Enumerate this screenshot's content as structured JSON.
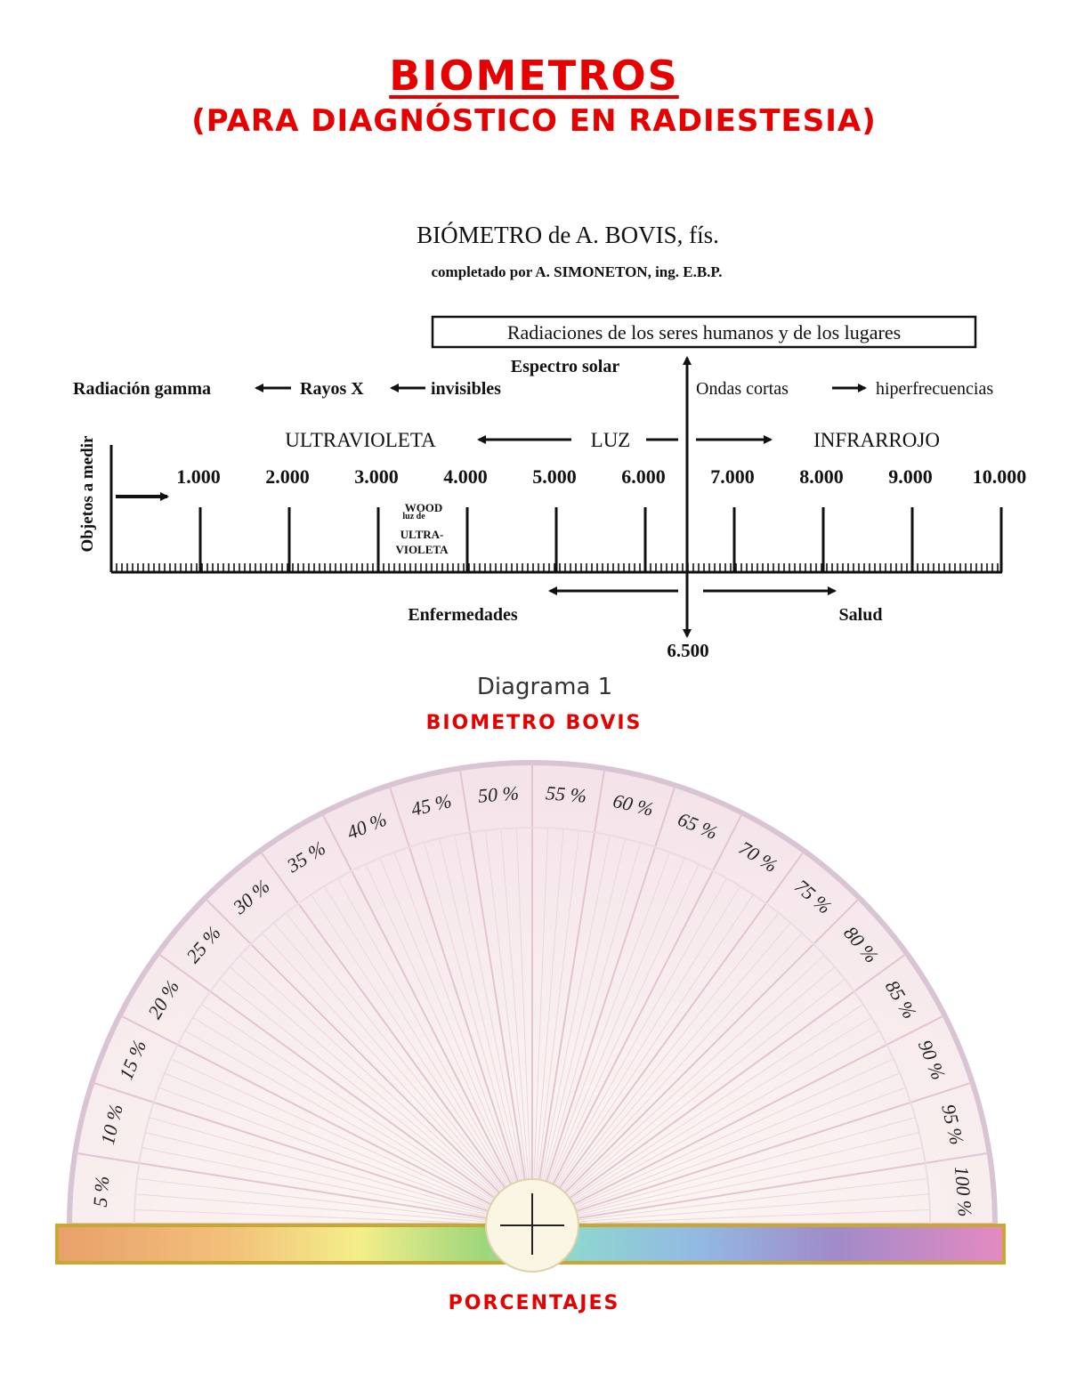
{
  "header": {
    "title": "BIOMETROS",
    "subtitle": "(PARA DIAGNÓSTICO EN RADIESTESIA)"
  },
  "diagram1": {
    "heading": "BIÓMETRO de A. BOVIS, fís.",
    "subheading": "completado por A. SIMONETON, ing. E.B.P.",
    "box_label": "Radiaciones de los seres humanos y de los lugares",
    "espectro": "Espectro solar",
    "gamma": "Radiación gamma",
    "rayosx": "Rayos X",
    "invisibles": "invisibles",
    "ondas": "Ondas cortas",
    "hiper": "hiperfrecuencias",
    "ultravioleta": "ULTRAVIOLETA",
    "luz": "LUZ",
    "infrarrojo": "INFRARROJO",
    "objetos": "Objetos a medir",
    "scale_labels": [
      "1.000",
      "2.000",
      "3.000",
      "4.000",
      "5.000",
      "6.000",
      "7.000",
      "8.000",
      "9.000",
      "10.000"
    ],
    "wood_1": "luz de",
    "wood_2": "WOOD",
    "uv_1": "ULTRA-",
    "uv_2": "VIOLETA",
    "enfermedades": "Enfermedades",
    "salud": "Salud",
    "center_value": "6.500",
    "diagram_caption": "Diagrama 1",
    "red_caption": "BIOMETRO BOVIS"
  },
  "protractor": {
    "labels": [
      "5 %",
      "10 %",
      "15 %",
      "20 %",
      "25 %",
      "30 %",
      "35 %",
      "40 %",
      "45 %",
      "50 %",
      "55 %",
      "60 %",
      "65 %",
      "70 %",
      "75 %",
      "80 %",
      "85 %",
      "90 %",
      "95 %",
      "100 %"
    ],
    "caption": "PORCENTAJES"
  },
  "colors": {
    "title_red": "#e60000",
    "ink": "#111111",
    "fan_fill": "#f7e9ee",
    "fan_line": "#e5c9d4"
  }
}
